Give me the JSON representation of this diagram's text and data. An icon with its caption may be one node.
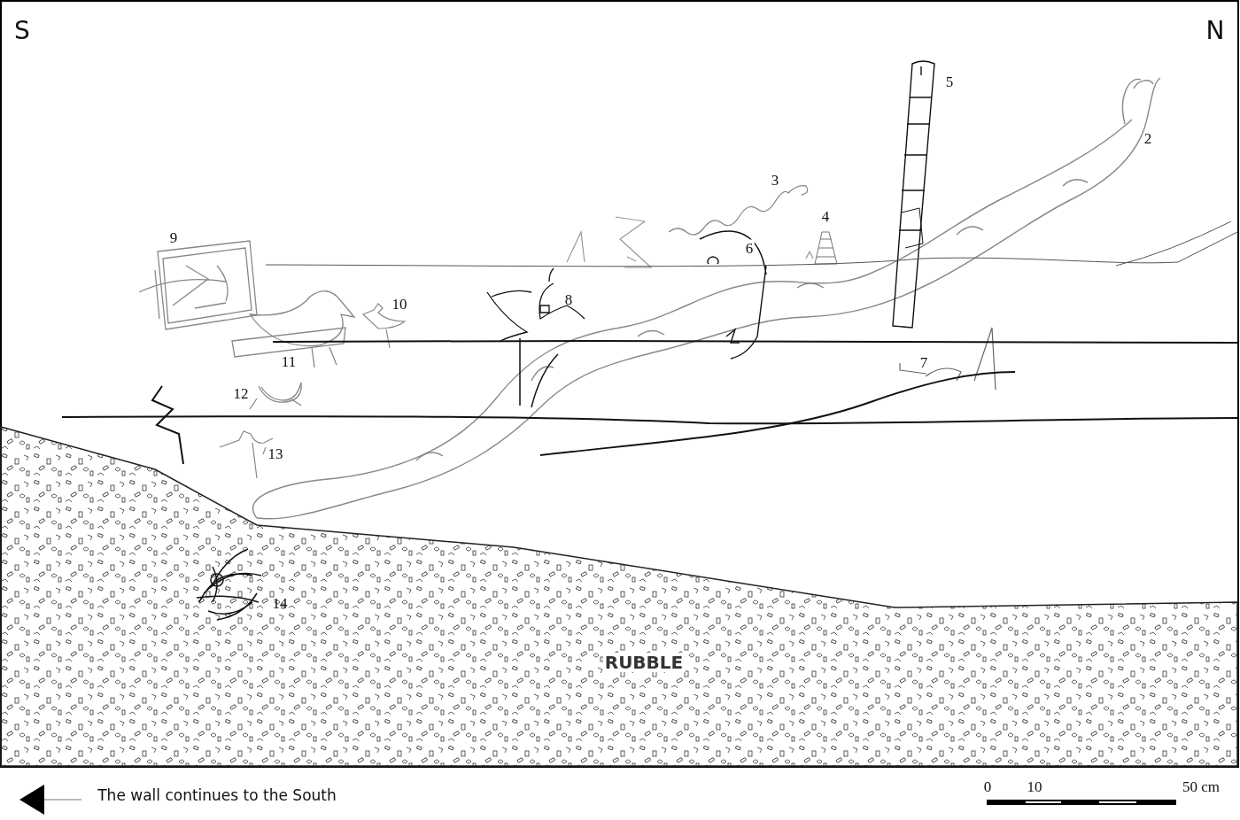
{
  "diagram": {
    "labels": [
      "S",
      "N",
      "5",
      "2",
      "3",
      "4",
      "9",
      "6",
      "8",
      "10",
      "11",
      "7",
      "12",
      "13",
      "14",
      "RUBBLE",
      "The wall continues to the South",
      "0",
      "10",
      "50 cm"
    ]
  }
}
